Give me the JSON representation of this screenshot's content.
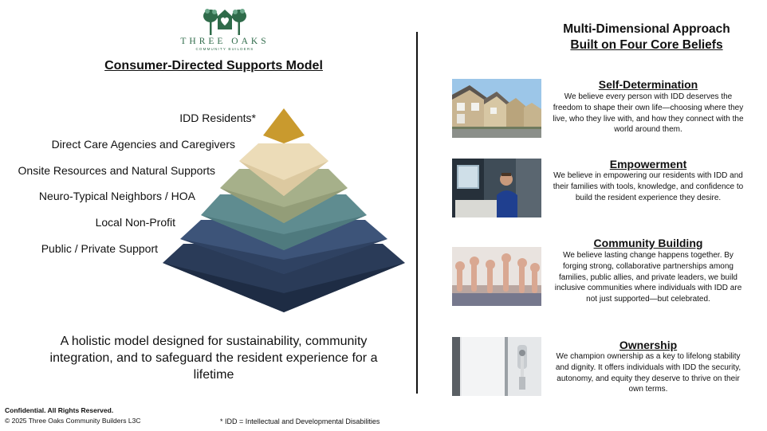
{
  "logo": {
    "name": "THREE OAKS",
    "tagline": "COMMUNITY BUILDERS"
  },
  "left": {
    "title": "Consumer-Directed Supports Model",
    "pyramid_tiers": [
      {
        "label": "IDD Residents*",
        "color": "#c99a2e"
      },
      {
        "label": "Direct Care Agencies and Caregivers",
        "color": "#ecdcb8"
      },
      {
        "label": "Onsite Resources and Natural Supports",
        "color": "#a6b08a"
      },
      {
        "label": "Neuro-Typical Neighbors / HOA",
        "color": "#5f8c90"
      },
      {
        "label": "Local Non-Profit",
        "color": "#3d5479"
      },
      {
        "label": "Public / Private Support",
        "color": "#2a3b58"
      }
    ],
    "summary": "A holistic model designed for sustainability, community integration, and to safeguard the resident experience for a lifetime"
  },
  "right": {
    "title_line1": "Multi-Dimensional Approach",
    "title_line2": "Built on Four Core Beliefs",
    "beliefs": [
      {
        "title": "Self-Determination",
        "text": "We believe every person with IDD deserves the freedom to shape their own life—choosing where they live, who they live with, and how they connect with the world around them.",
        "image": "townhouses-photo"
      },
      {
        "title": "Empowerment",
        "text": "We believe in empowering our residents with IDD and their families with tools, knowledge, and confidence to build the resident experience they desire.",
        "image": "man-at-computer-photo"
      },
      {
        "title": "Community Building",
        "text": "We believe lasting change happens together. By forging strong, collaborative partnerships among families, public allies, and private leaders, we build inclusive communities where individuals with IDD are not just supported—but celebrated.",
        "image": "raised-hands-photo"
      },
      {
        "title": "Ownership",
        "text": "We champion ownership as a key to lifelong stability and dignity. It offers individuals with IDD the security, autonomy, and equity they deserve to thrive on their own terms.",
        "image": "door-lock-key-photo"
      }
    ]
  },
  "footer": {
    "confidential": "Confidential. All Rights Reserved.",
    "copyright": "© 2025 Three Oaks Community Builders L3C",
    "footnote": "* IDD = Intellectual and Developmental Disabilities"
  }
}
